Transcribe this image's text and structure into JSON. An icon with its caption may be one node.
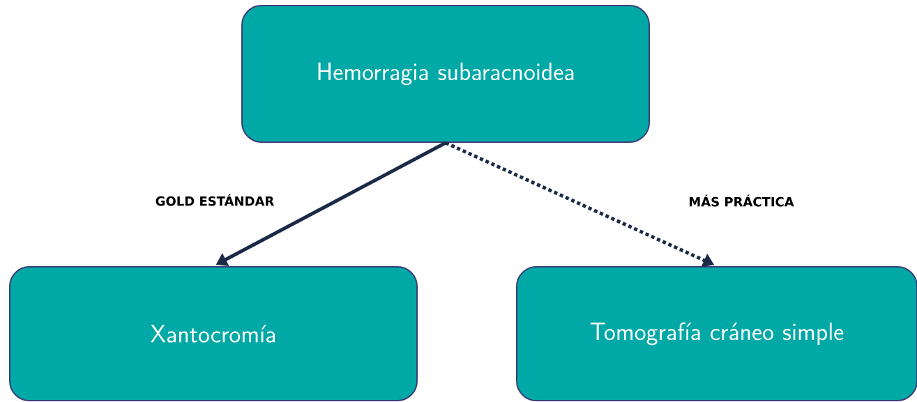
{
  "diagram": {
    "nodes": [
      {
        "text": [
          "Hemorragia subaracnoidea"
        ]
      },
      {
        "text": [
          "Xantocromía"
        ]
      },
      {
        "text": [
          "Tomografía cráneo simple"
        ]
      }
    ],
    "edges": [
      {
        "from": 0,
        "to": 1,
        "arrow": "to",
        "label": "GOLD ESTÁNDAR"
      },
      {
        "from": 0,
        "to": 2,
        "arrow": "to",
        "label": "MÁS PRÁCTICA",
        "style": "dashed"
      }
    ]
  }
}
